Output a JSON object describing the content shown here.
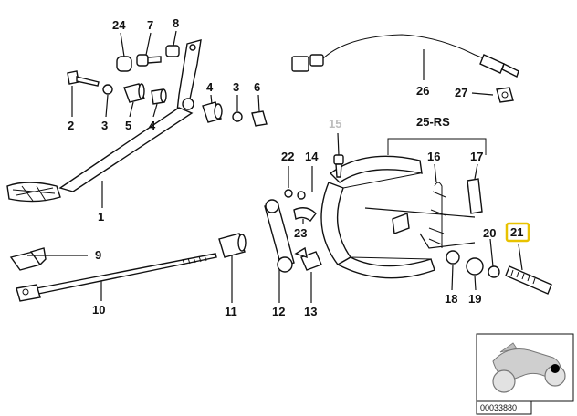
{
  "callouts": {
    "c1": "1",
    "c2": "2",
    "c3a": "3",
    "c3b": "3",
    "c4a": "4",
    "c4b": "4",
    "c5": "5",
    "c6": "6",
    "c7": "7",
    "c8": "8",
    "c9": "9",
    "c10": "10",
    "c11": "11",
    "c12": "12",
    "c13": "13",
    "c14": "14",
    "c15": "15",
    "c16": "16",
    "c17": "17",
    "c18": "18",
    "c19": "19",
    "c20": "20",
    "c21": "21",
    "c22": "22",
    "c23": "23",
    "c24": "24",
    "c25": "25-RS",
    "c26": "26",
    "c27": "27"
  },
  "diagram_code": "00033880",
  "colors": {
    "highlight": "#e8c200",
    "muted_label": "#bdbdbd"
  }
}
